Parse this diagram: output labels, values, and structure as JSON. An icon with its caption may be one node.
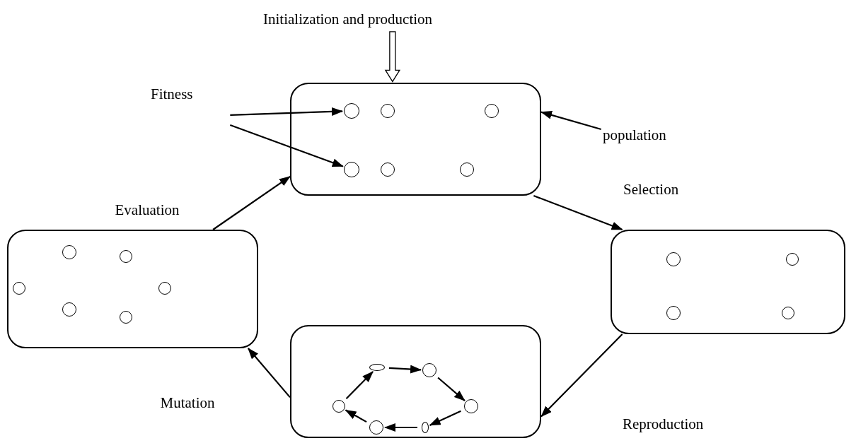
{
  "diagram": {
    "nodes": [
      {
        "text": [
          "Initialization and production"
        ]
      },
      {
        "text": [
          "Fitness"
        ]
      },
      {
        "text": [],
        "shape": "box"
      },
      {
        "text": [],
        "shape": "circle",
        "in": 2
      },
      {
        "text": [],
        "shape": "circle",
        "in": 2
      },
      {
        "text": [],
        "shape": "circle",
        "in": 2
      },
      {
        "text": [],
        "shape": "circle",
        "in": 2
      },
      {
        "text": [],
        "shape": "circle",
        "in": 2
      },
      {
        "text": [],
        "shape": "circle",
        "in": 2
      },
      {
        "text": [
          "population"
        ]
      },
      {
        "text": [],
        "shape": "box"
      },
      {
        "text": [],
        "shape": "circle",
        "in": 10
      },
      {
        "text": [],
        "shape": "circle",
        "in": 10
      },
      {
        "text": [],
        "shape": "circle",
        "in": 10
      },
      {
        "text": [],
        "shape": "circle",
        "in": 10
      },
      {
        "text": [],
        "shape": "circle",
        "in": 10
      },
      {
        "text": [],
        "shape": "circle",
        "in": 10
      },
      {
        "text": [],
        "shape": "box"
      },
      {
        "text": [],
        "shape": "circle",
        "in": 17
      },
      {
        "text": [],
        "shape": "circle",
        "in": 17
      },
      {
        "text": [],
        "shape": "circle",
        "in": 17
      },
      {
        "text": [],
        "shape": "circle",
        "in": 17
      },
      {
        "text": [],
        "shape": "box"
      },
      {
        "text": [],
        "shape": "ellipse",
        "in": 22
      },
      {
        "text": [],
        "shape": "circle",
        "in": 22
      },
      {
        "text": [],
        "shape": "circle",
        "in": 22
      },
      {
        "text": [],
        "shape": "circle",
        "in": 22
      },
      {
        "text": [],
        "shape": "ellipse",
        "in": 22
      },
      {
        "text": [],
        "shape": "circle",
        "in": 22
      }
    ],
    "edges": [
      {
        "from": 0,
        "to": 2,
        "arrow": "to"
      },
      {
        "from": 1,
        "to": 3,
        "arrow": "to"
      },
      {
        "from": 1,
        "to": 6,
        "arrow": "to"
      },
      {
        "from": 9,
        "to": 2,
        "arrow": "to"
      },
      {
        "from": 2,
        "to": 17,
        "arrow": "to",
        "label": "Selection"
      },
      {
        "from": 17,
        "to": 22,
        "arrow": "to",
        "label": "Reproduction"
      },
      {
        "from": 22,
        "to": 10,
        "arrow": "to",
        "label": "Mutation"
      },
      {
        "from": 10,
        "to": 2,
        "arrow": "to",
        "label": "Evaluation"
      },
      {
        "from": 25,
        "to": 23,
        "arrow": "to"
      },
      {
        "from": 23,
        "to": 24,
        "arrow": "to"
      },
      {
        "from": 24,
        "to": 28,
        "arrow": "to"
      },
      {
        "from": 28,
        "to": 27,
        "arrow": "to"
      },
      {
        "from": 27,
        "to": 26,
        "arrow": "to"
      },
      {
        "from": 26,
        "to": 25,
        "arrow": "to"
      }
    ]
  }
}
